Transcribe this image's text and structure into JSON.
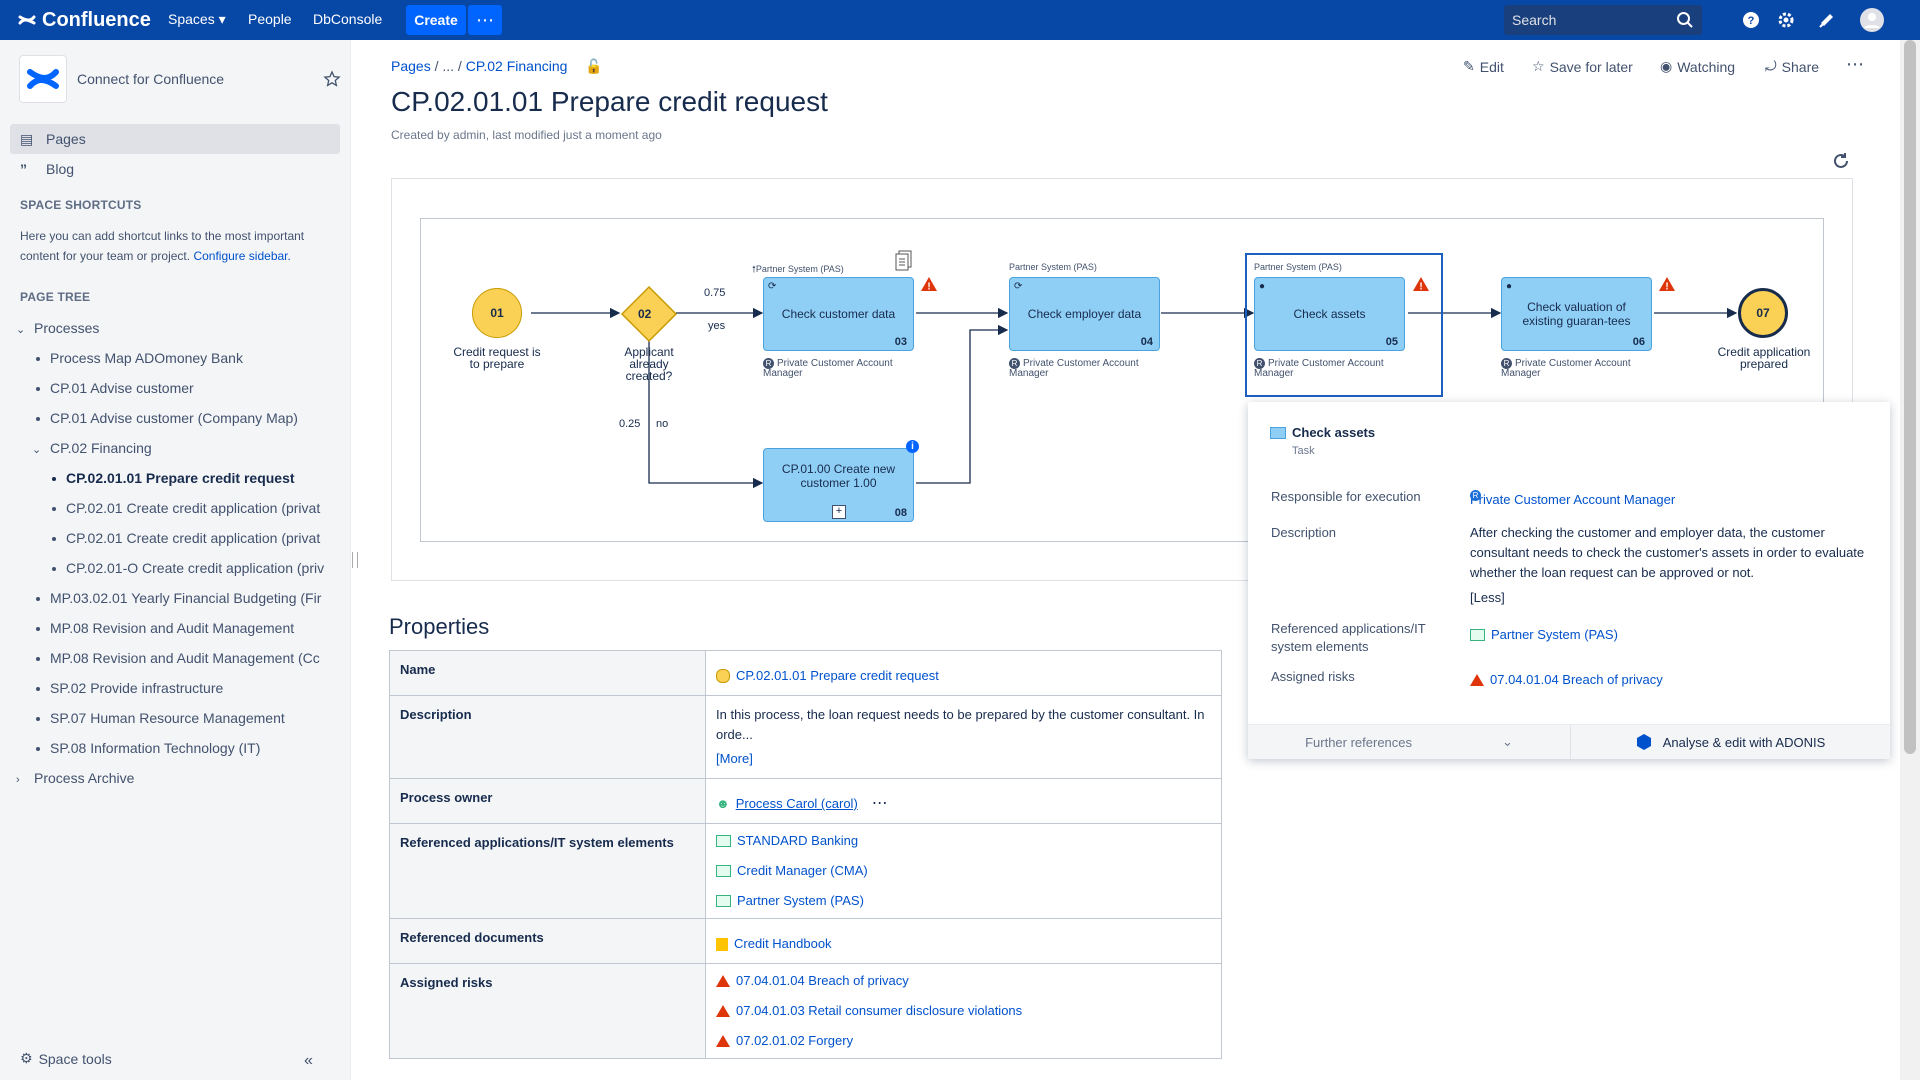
{
  "topnav": {
    "brand": "Confluence",
    "spaces": "Spaces",
    "people": "People",
    "dbconsole": "DbConsole",
    "create": "Create",
    "more": "⋯",
    "search_placeholder": "Search"
  },
  "sidebar": {
    "space_name": "Connect for Confluence",
    "nav": [
      {
        "label": "Pages",
        "icon": "pages-icon"
      },
      {
        "label": "Blog",
        "icon": "quote-icon"
      }
    ],
    "shortcuts_heading": "SPACE SHORTCUTS",
    "shortcuts_text": "Here you can add shortcut links to the most important content for your team or project.",
    "configure_link": "Configure sidebar.",
    "page_tree_heading": "PAGE TREE",
    "tree": [
      "Processes",
      "Process Map ADOmoney Bank",
      "CP.01 Advise customer",
      "CP.01 Advise customer (Company Map)",
      "CP.02 Financing",
      "CP.02.01.01 Prepare credit request",
      "CP.02.01 Create credit application (privat",
      "CP.02.01 Create credit application (privat",
      "CP.02.01-O Create credit application (priv",
      "MP.03.02.01 Yearly Financial Budgeting (Fir",
      "MP.08 Revision and Audit Management",
      "MP.08 Revision and Audit Management (Cc",
      "SP.02 Provide infrastructure",
      "SP.07 Human Resource Management",
      "SP.08 Information Technology (IT)",
      "Process Archive"
    ],
    "space_tools": "Space tools",
    "collapse": "«"
  },
  "breadcrumb": {
    "pages": "Pages",
    "sep1": " / ",
    "ellipsis": "...",
    "sep2": " / ",
    "parent": "CP.02 Financing"
  },
  "actions": {
    "edit": "Edit",
    "save": "Save for later",
    "watching": "Watching",
    "share": "Share",
    "more": "⋯"
  },
  "page": {
    "title": "CP.02.01.01 Prepare credit request",
    "byline_prefix": "Created by ",
    "byline_author": "admin",
    "byline_suffix": ", last modified ",
    "byline_time": "just a moment ago"
  },
  "diagram": {
    "start_event": {
      "num": "01",
      "label": "Credit request is to prepare"
    },
    "gateway": {
      "num": "02",
      "label": "Applicant already created?"
    },
    "end_event": {
      "num": "07",
      "label": "Credit application prepared"
    },
    "edge_labels": {
      "p075": "0.75",
      "yes": "yes",
      "p025": "0.25",
      "no": "no"
    },
    "system_tag": "Partner System (PAS)",
    "role": "Private Customer Account Manager",
    "role_letter": "R",
    "tasks": [
      {
        "name": "Check customer data",
        "num": "03"
      },
      {
        "name": "Check employer data",
        "num": "04"
      },
      {
        "name": "Check assets",
        "num": "05"
      },
      {
        "name": "Check valuation of existing guaran-tees",
        "num": "06"
      },
      {
        "name": "CP.01.00 Create new customer 1.00",
        "num": "08"
      }
    ],
    "expand": "+",
    "info": "i"
  },
  "popup": {
    "title": "Check assets",
    "subtitle": "Task",
    "resp_label": "Responsible for execution",
    "resp_value": "Private Customer Account Manager",
    "desc_label": "Description",
    "desc_value": "After checking the customer and employer data, the customer consultant needs to check the customer's assets in order to evaluate whether the loan request can be approved or not.",
    "less": "[Less]",
    "refapp_label": "Referenced applications/IT system elements",
    "refapp_value": "Partner System (PAS)",
    "risk_label": "Assigned risks",
    "risk_value": "07.04.01.04 Breach of privacy",
    "further": "Further references",
    "analyse": "Analyse & edit with ADONIS"
  },
  "properties": {
    "heading": "Properties",
    "name_label": "Name",
    "name_value": "CP.02.01.01 Prepare credit request",
    "desc_label": "Description",
    "desc_value": "In this process, the loan request needs to be prepared by the customer consultant. In orde...",
    "more": "[More]",
    "owner_label": "Process owner",
    "owner_value": "Process Carol (carol)",
    "refapps_label": "Referenced applications/IT system elements",
    "refapps": [
      "STANDARD Banking",
      "Credit Manager (CMA)",
      "Partner System (PAS)"
    ],
    "refdocs_label": "Referenced documents",
    "refdoc": "Credit Handbook",
    "risks_label": "Assigned risks",
    "risks": [
      "07.04.01.04 Breach of privacy",
      "07.04.01.03 Retail consumer disclosure violations",
      "07.02.01.02 Forgery"
    ]
  },
  "colors": {
    "nav": "#0747a6",
    "task": "#90cff5",
    "event": "#fad154",
    "risk": "#de350b",
    "link": "#0052cc"
  }
}
